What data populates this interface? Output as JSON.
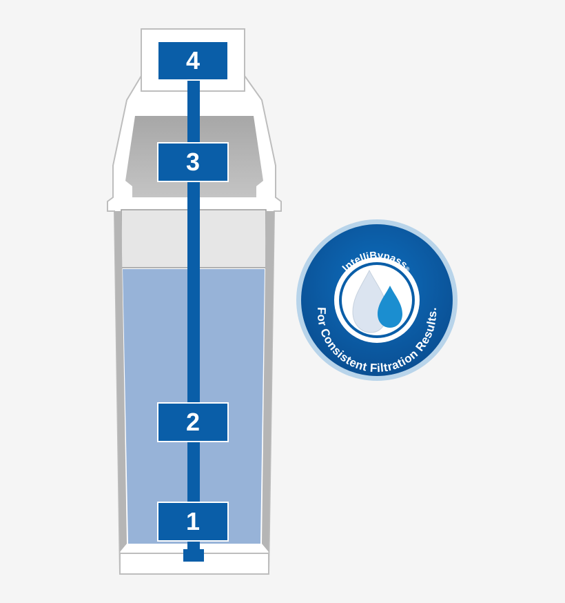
{
  "diagram": {
    "stages": [
      {
        "label": "1"
      },
      {
        "label": "2"
      },
      {
        "label": "3"
      },
      {
        "label": "4"
      }
    ]
  },
  "badge": {
    "brand": "IntelliBypass",
    "registered_mark": "®",
    "tagline": "For Consistent Filtration Results.",
    "icon": "water-droplets-icon"
  },
  "colors": {
    "background": "#f5f5f5",
    "stage_blue": "#0a5ea8",
    "water": "#97b3d8",
    "badge_ring": "#b8d4ea",
    "badge_fill": "#0a5ea8"
  }
}
